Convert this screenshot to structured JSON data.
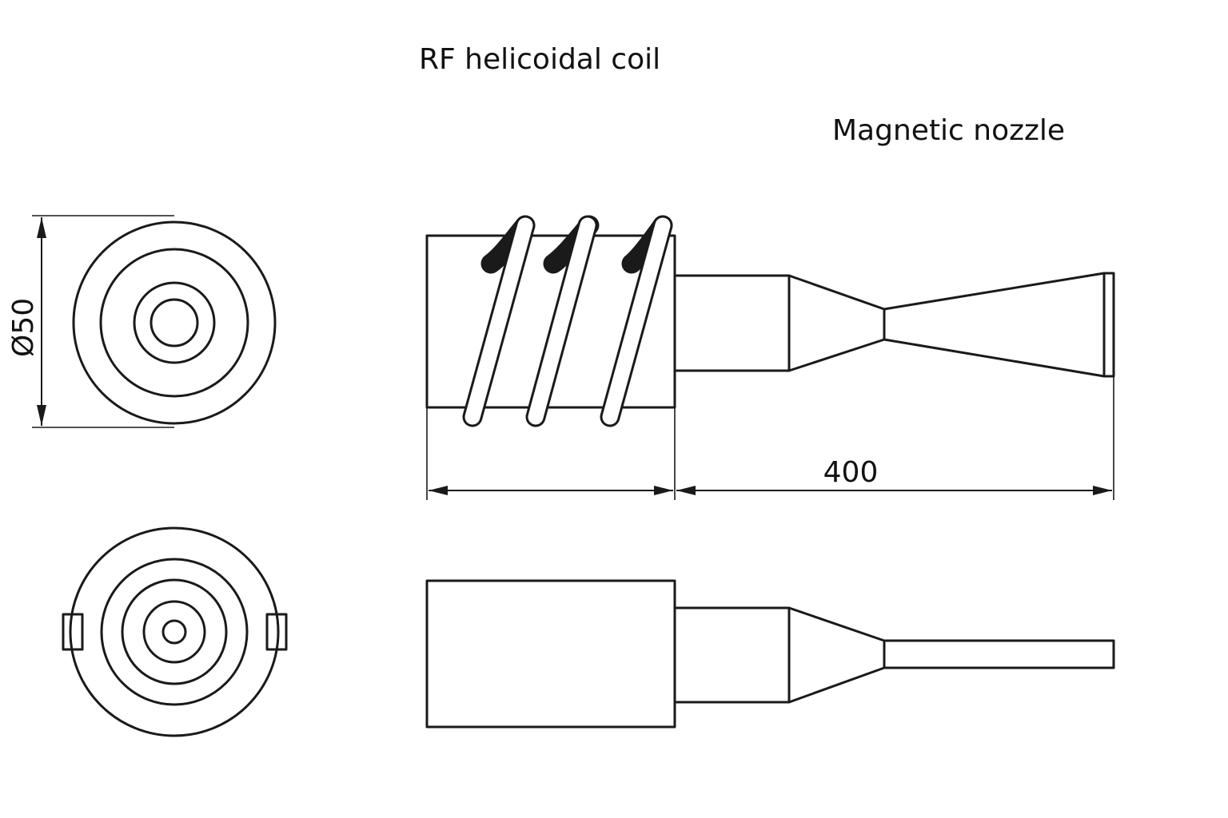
{
  "labels": {
    "coil": "RF helicoidal coil",
    "nozzle": "Magnetic nozzle",
    "diameter": "Ø50",
    "length": "400"
  }
}
